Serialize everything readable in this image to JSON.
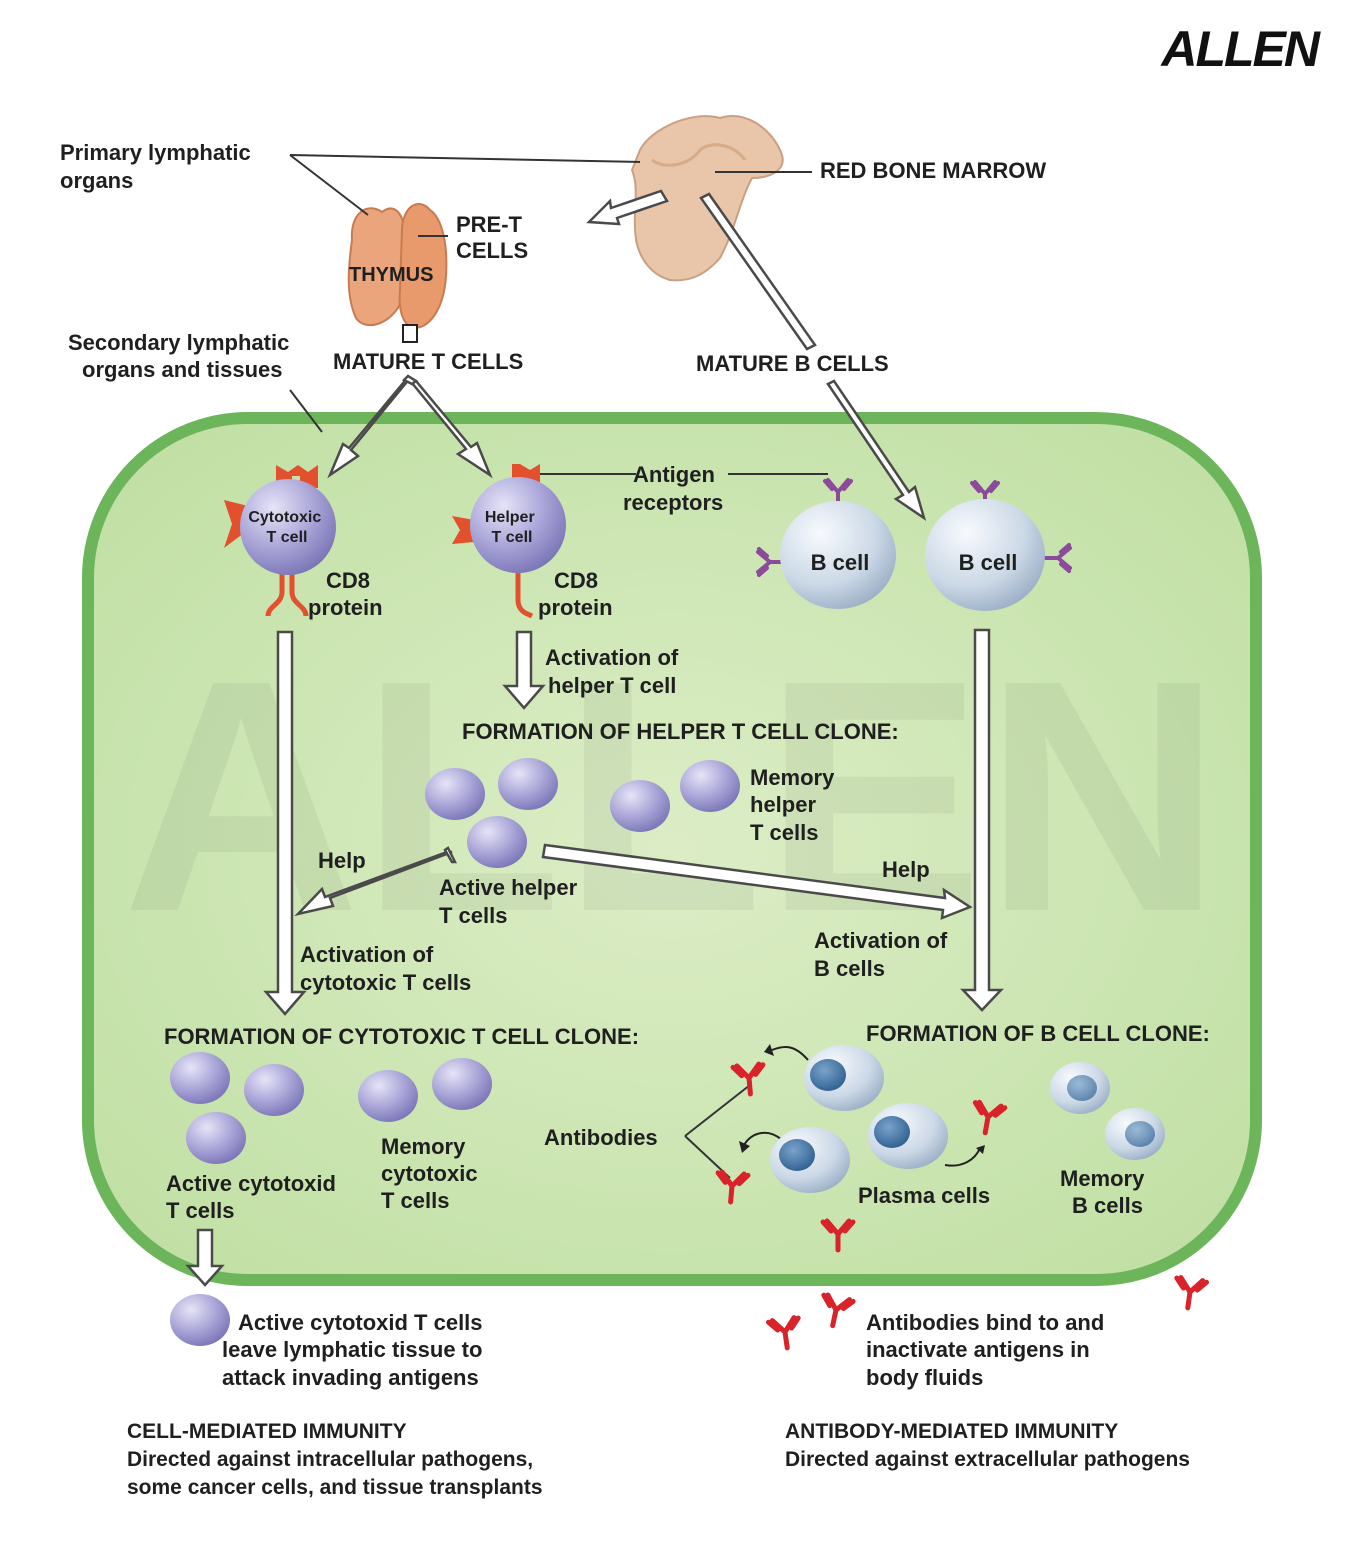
{
  "brand": {
    "logo_text": "ALLEN"
  },
  "labels": {
    "primary_organs": [
      "Primary lymphatic",
      "organs"
    ],
    "red_bone_marrow": "RED BONE MARROW",
    "pre_t_cells": [
      "PRE-T",
      "CELLS"
    ],
    "thymus": "THYMUS",
    "secondary_organs": [
      "Secondary lymphatic",
      "organs and tissues"
    ],
    "mature_t_cells": "MATURE T CELLS",
    "mature_b_cells": "MATURE B CELLS",
    "antigen_receptors": [
      "Antigen",
      "receptors"
    ],
    "cytotoxic_t_cell": [
      "Cytotoxic",
      "T cell"
    ],
    "helper_t_cell": [
      "Helper",
      "T cell"
    ],
    "b_cell_1": "B cell",
    "b_cell_2": "B cell",
    "cd8_protein_1": [
      "CD8",
      "protein"
    ],
    "cd8_protein_2": [
      "CD8",
      "protein"
    ],
    "activation_helper": [
      "Activation of",
      "helper T cell"
    ],
    "formation_helper_clone": "FORMATION OF HELPER T CELL CLONE:",
    "memory_helper": [
      "Memory",
      "helper",
      "T cells"
    ],
    "help_left": "Help",
    "help_right": "Help",
    "active_helper": [
      "Active helper",
      "T cells"
    ],
    "activation_cytotoxic": [
      "Activation of",
      "cytotoxic T cells"
    ],
    "activation_b": [
      "Activation of",
      "B cells"
    ],
    "formation_cytotoxic_clone": "FORMATION OF CYTOTOXIC T CELL CLONE:",
    "formation_b_clone": "FORMATION OF B CELL CLONE:",
    "antibodies": "Antibodies",
    "memory_cytotoxic": [
      "Memory",
      "cytotoxic",
      "T cells"
    ],
    "active_cytotoxic": [
      "Active cytotoxid",
      "T cells"
    ],
    "plasma_cells": "Plasma cells",
    "memory_b": [
      "Memory",
      "B cells"
    ],
    "leave_tissue": [
      "Active cytotoxid T cells",
      "leave lymphatic tissue to",
      "attack invading antigens"
    ],
    "antibodies_bind": [
      "Antibodies bind to and",
      "inactivate antigens in",
      "body fluids"
    ],
    "cell_mediated_title": "CELL-MEDIATED IMMUNITY",
    "cell_mediated_desc": [
      "Directed against intracellular pathogens,",
      "some cancer cells, and tissue transplants"
    ],
    "antibody_mediated_title": "ANTIBODY-MEDIATED IMMUNITY",
    "antibody_mediated_desc": "Directed against extracellular pathogens"
  },
  "colors": {
    "tissue_fill": "#c9e3ae",
    "tissue_border": "#6cb55a",
    "t_cell": "#a9a6d6",
    "b_cell": "#cfdcea",
    "receptor_orange": "#e2502e",
    "receptor_purple": "#8c4a9a",
    "antibody_red": "#d8232a",
    "thymus": "#e8a47a",
    "bone": "#e9c6aa"
  }
}
